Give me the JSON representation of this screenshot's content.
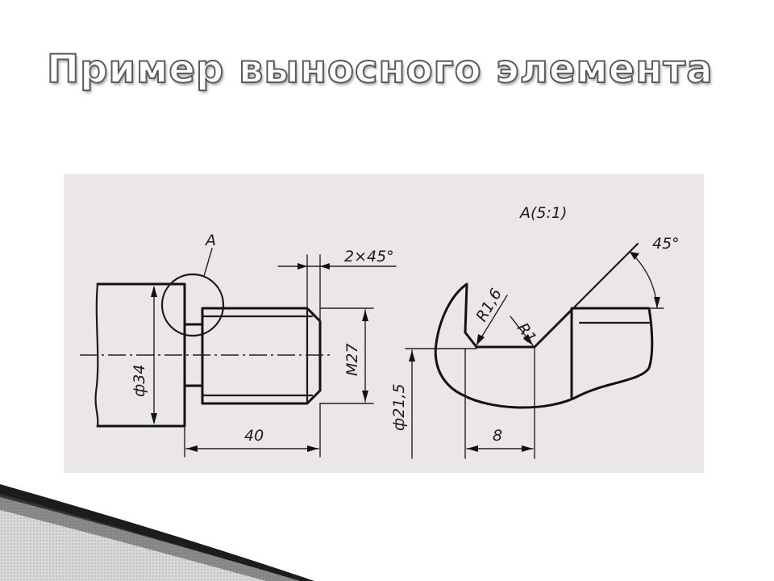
{
  "slide": {
    "title": "Пример выносного элемента"
  },
  "drawing": {
    "labels": {
      "callout": "A",
      "chamfer": "2×45°",
      "diameter_shaft": "ф34",
      "thread": "M27",
      "length": "40",
      "detail_title": "A(5:1)",
      "angle": "45°",
      "radius_1": "R1,6",
      "radius_2": "R1",
      "diameter_groove": "ф21,5",
      "groove_width": "8"
    }
  }
}
